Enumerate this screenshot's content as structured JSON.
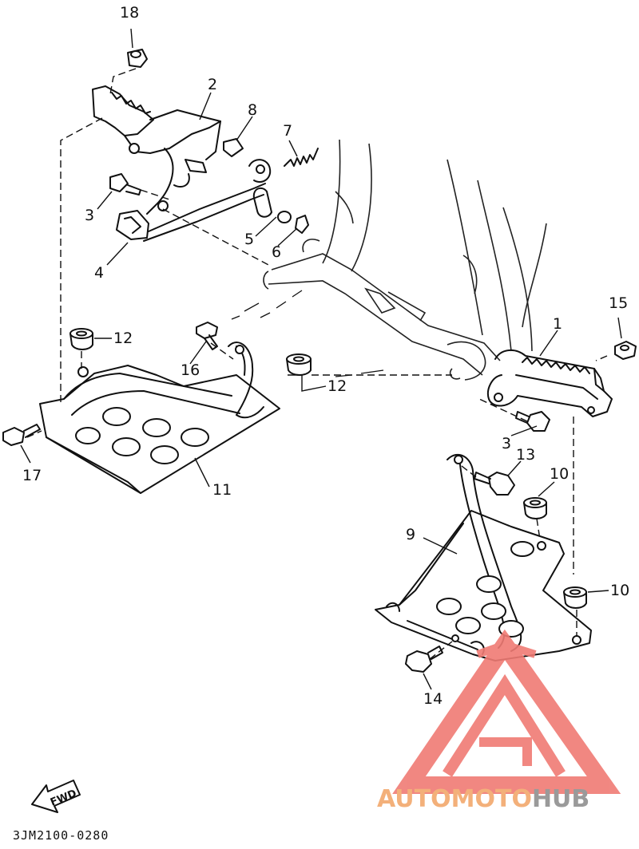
{
  "diagram": {
    "drawing_code": "3JM2100-0280",
    "fwd_label": "FWD",
    "callouts": {
      "c1": "1",
      "c2": "2",
      "c3a": "3",
      "c3b": "3",
      "c4": "4",
      "c5": "5",
      "c6": "6",
      "c7": "7",
      "c8": "8",
      "c9": "9",
      "c10a": "10",
      "c10b": "10",
      "c11": "11",
      "c12a": "12",
      "c12b": "12",
      "c13": "13",
      "c14": "14",
      "c15": "15",
      "c16": "16",
      "c17": "17",
      "c18": "18"
    }
  },
  "watermark": {
    "part1": "AUTOMOTO",
    "part2": "HUB",
    "color_primary": "#f3b07a",
    "color_secondary": "#9a9a9a",
    "logo_color": "#f07b74"
  }
}
